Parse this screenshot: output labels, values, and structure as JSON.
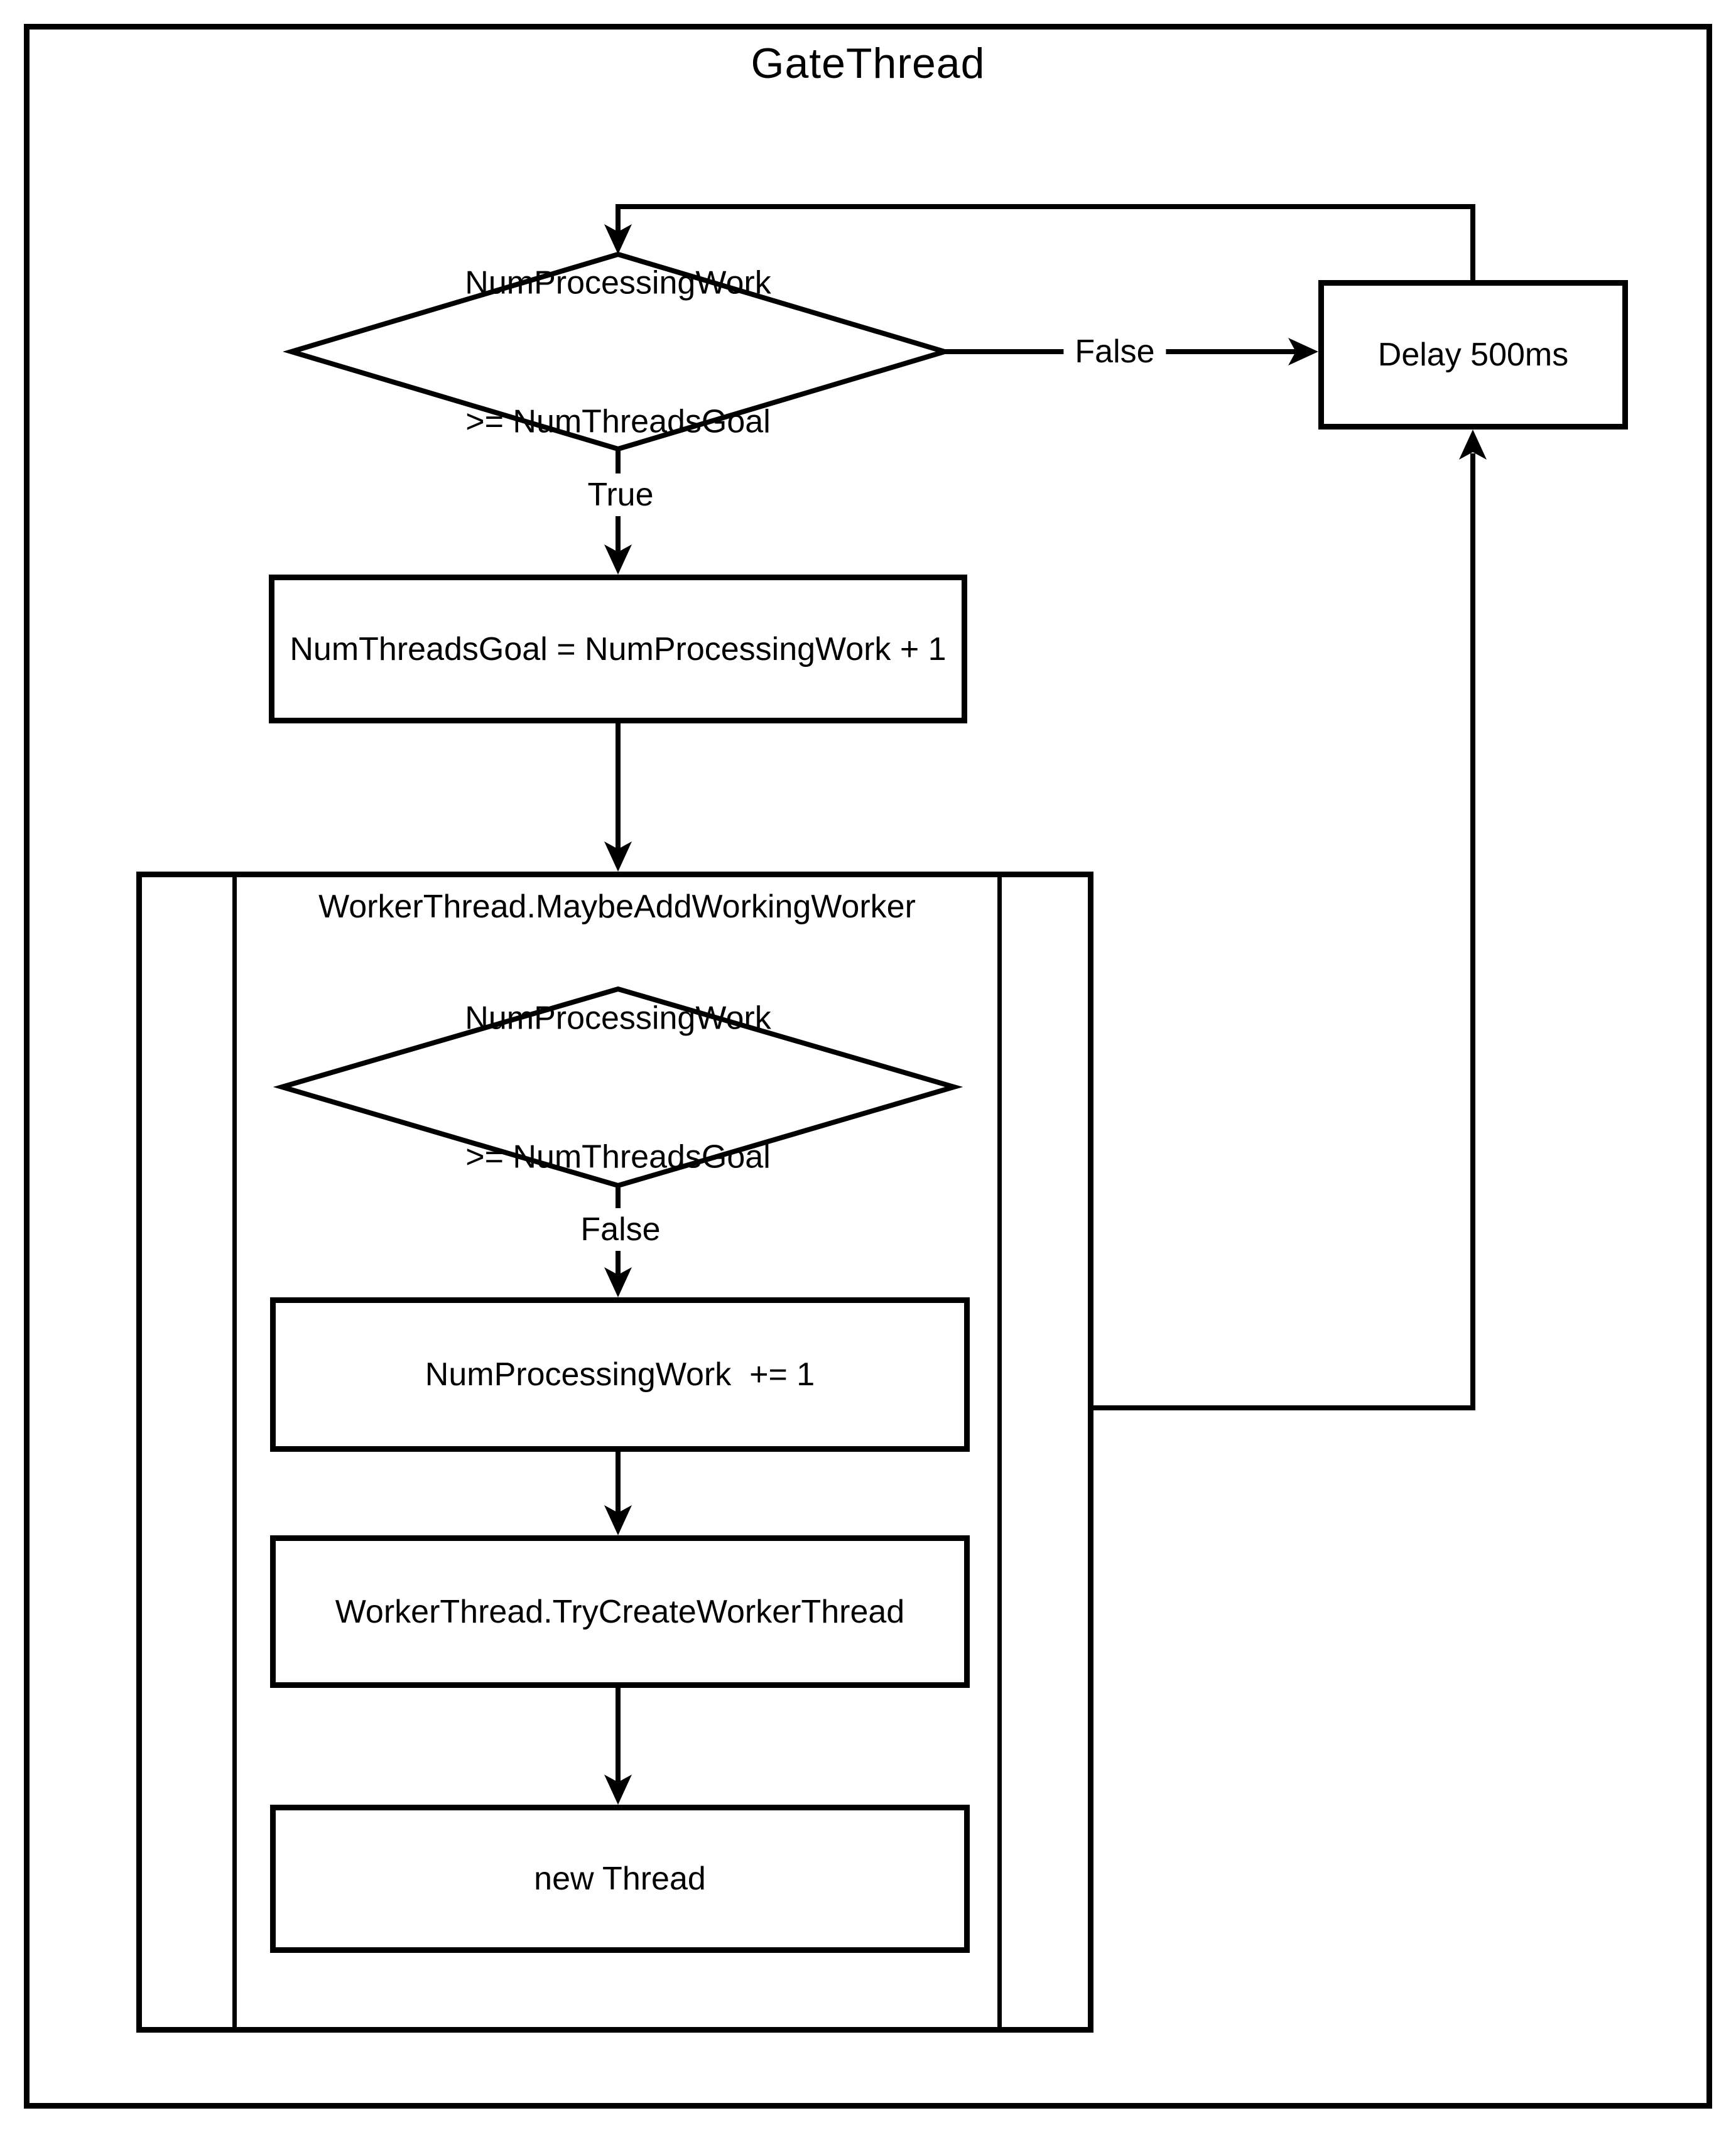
{
  "diagram": {
    "title": "GateThread",
    "decision1": {
      "line1": "NumProcessingWork",
      "line2": ">= NumThreadsGoal",
      "true_label": "True",
      "false_label": "False"
    },
    "delay_box": "Delay 500ms",
    "set_goal_box": "NumThreadsGoal = NumProcessingWork + 1",
    "subroutine": {
      "title": "WorkerThread.MaybeAddWorkingWorker",
      "decision2": {
        "line1": "NumProcessingWork",
        "line2": ">= NumThreadsGoal",
        "false_label": "False"
      },
      "increment_box": "NumProcessingWork  += 1",
      "try_create_box": "WorkerThread.TryCreateWorkerThread",
      "new_thread_box": "new Thread"
    },
    "colors": {
      "ink": "#000000",
      "paper": "#ffffff"
    }
  }
}
